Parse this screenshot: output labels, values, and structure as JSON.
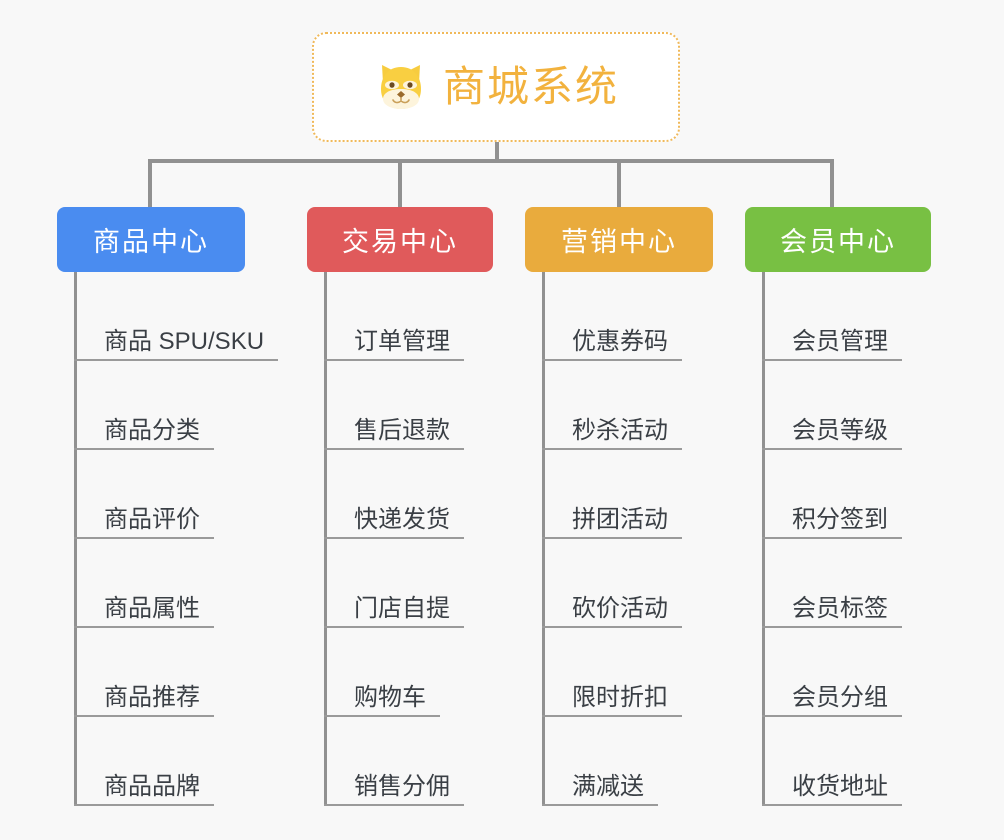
{
  "diagram": {
    "title": "商城系统",
    "root": {
      "label": "商城系统",
      "icon": "dog-face-emoji",
      "emoji": "🐶",
      "text_color": "#f2b23e",
      "border_color": "#f0b95a",
      "background": "#ffffff"
    },
    "background_color": "#f8f8f8",
    "connector_color": "#919191",
    "item_text_color": "#3a3f45",
    "item_rule_color": "#9a9a9a",
    "branches": [
      {
        "label": "商品中心",
        "color": "#4a8cf0",
        "items": [
          "商品 SPU/SKU",
          "商品分类",
          "商品评价",
          "商品属性",
          "商品推荐",
          "商品品牌"
        ]
      },
      {
        "label": "交易中心",
        "color": "#e05a5b",
        "items": [
          "订单管理",
          "售后退款",
          "快递发货",
          "门店自提",
          "购物车",
          "销售分佣"
        ]
      },
      {
        "label": "营销中心",
        "color": "#e9ab3d",
        "items": [
          "优惠券码",
          "秒杀活动",
          "拼团活动",
          "砍价活动",
          "限时折扣",
          "满减送"
        ]
      },
      {
        "label": "会员中心",
        "color": "#78c043",
        "items": [
          "会员管理",
          "会员等级",
          "积分签到",
          "会员标签",
          "会员分组",
          "收货地址"
        ]
      }
    ]
  }
}
